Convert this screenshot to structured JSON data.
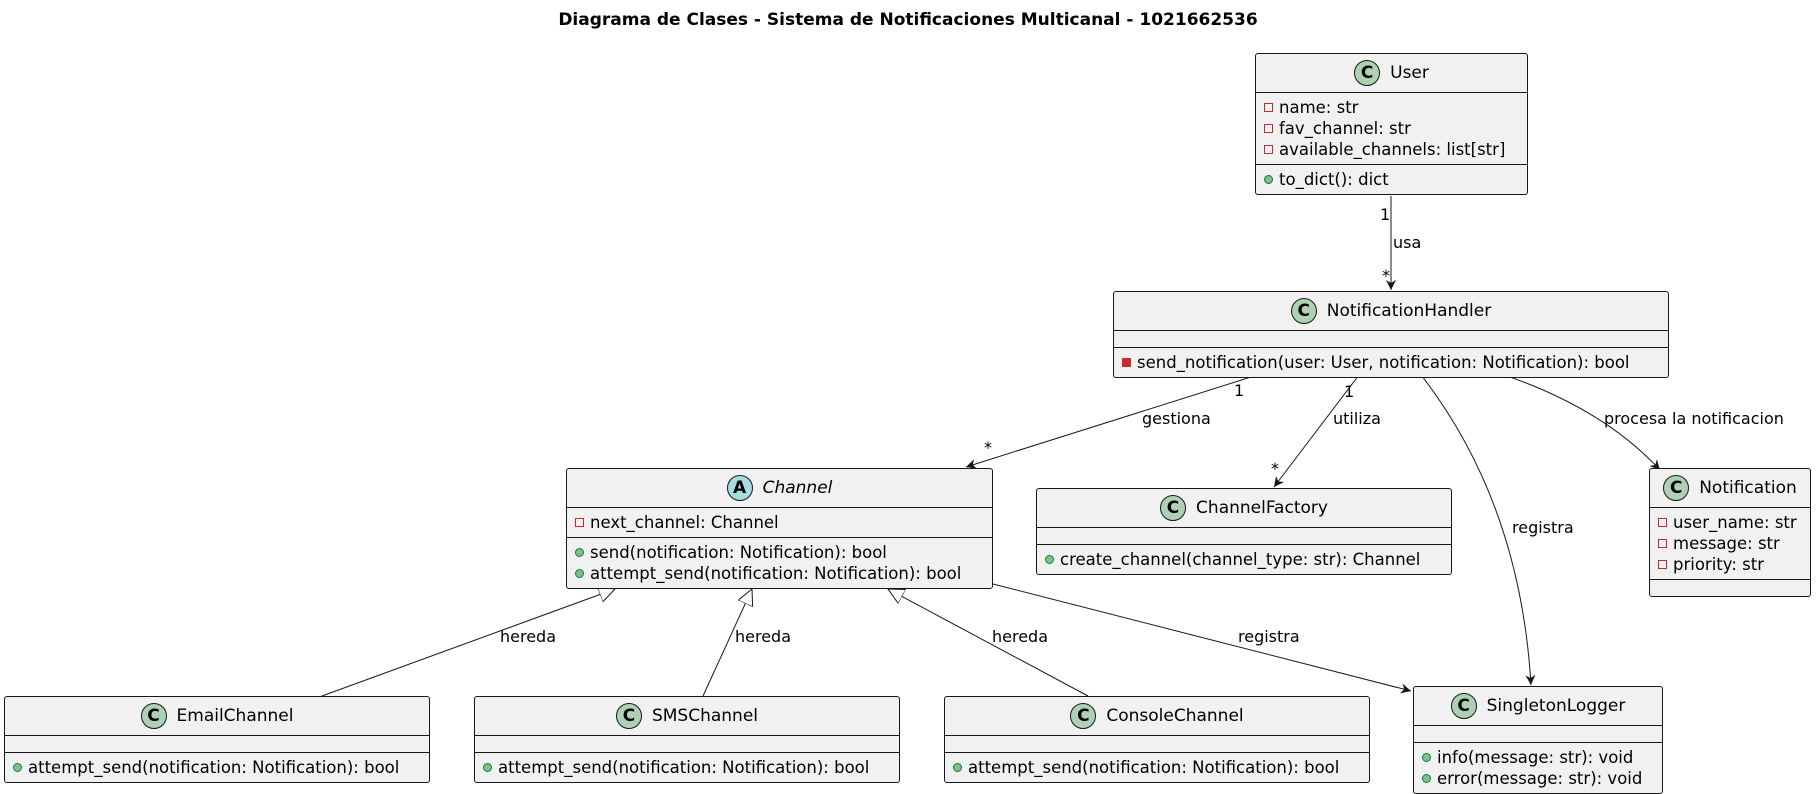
{
  "title": "Diagrama de Clases - Sistema de Notificaciones Multicanal - 1021662536",
  "colors": {
    "class_bg": "#f1f1f1",
    "class_icon": "#add1b2",
    "abstract_icon": "#a9dcdf",
    "private": "#c82930",
    "public": "#84be84"
  },
  "classes": {
    "user": {
      "icon": "C",
      "name": "User",
      "attributes": [
        "name: str",
        "fav_channel: str",
        "available_channels: list[str]"
      ],
      "methods": [
        "to_dict(): dict"
      ]
    },
    "handler": {
      "icon": "C",
      "name": "NotificationHandler",
      "attributes": [],
      "methods": [
        "send_notification(user: User, notification: Notification): bool"
      ]
    },
    "channel": {
      "icon": "A",
      "name": "Channel",
      "attributes": [
        "next_channel: Channel"
      ],
      "methods": [
        "send(notification: Notification): bool",
        "attempt_send(notification: Notification): bool"
      ]
    },
    "factory": {
      "icon": "C",
      "name": "ChannelFactory",
      "attributes": [],
      "methods": [
        "create_channel(channel_type: str): Channel"
      ]
    },
    "notification": {
      "icon": "C",
      "name": "Notification",
      "attributes": [
        "user_name: str",
        "message: str",
        "priority: str"
      ],
      "methods": []
    },
    "email": {
      "icon": "C",
      "name": "EmailChannel",
      "attributes": [],
      "methods": [
        "attempt_send(notification: Notification): bool"
      ]
    },
    "sms": {
      "icon": "C",
      "name": "SMSChannel",
      "attributes": [],
      "methods": [
        "attempt_send(notification: Notification): bool"
      ]
    },
    "console": {
      "icon": "C",
      "name": "ConsoleChannel",
      "attributes": [],
      "methods": [
        "attempt_send(notification: Notification): bool"
      ]
    },
    "logger": {
      "icon": "C",
      "name": "SingletonLogger",
      "attributes": [],
      "methods": [
        "info(message: str): void",
        "error(message: str): void"
      ]
    }
  },
  "relations": {
    "usa": {
      "label": "usa",
      "from_mult": "1",
      "to_mult": "*"
    },
    "gestiona": {
      "label": "gestiona",
      "from_mult": "1",
      "to_mult": "*"
    },
    "utiliza": {
      "label": "utiliza",
      "from_mult": "1",
      "to_mult": "*"
    },
    "procesa": {
      "label": "procesa la notificacion"
    },
    "registra_handler": {
      "label": "registra"
    },
    "registra_channel": {
      "label": "registra"
    },
    "hereda_email": {
      "label": "hereda"
    },
    "hereda_sms": {
      "label": "hereda"
    },
    "hereda_console": {
      "label": "hereda"
    }
  }
}
